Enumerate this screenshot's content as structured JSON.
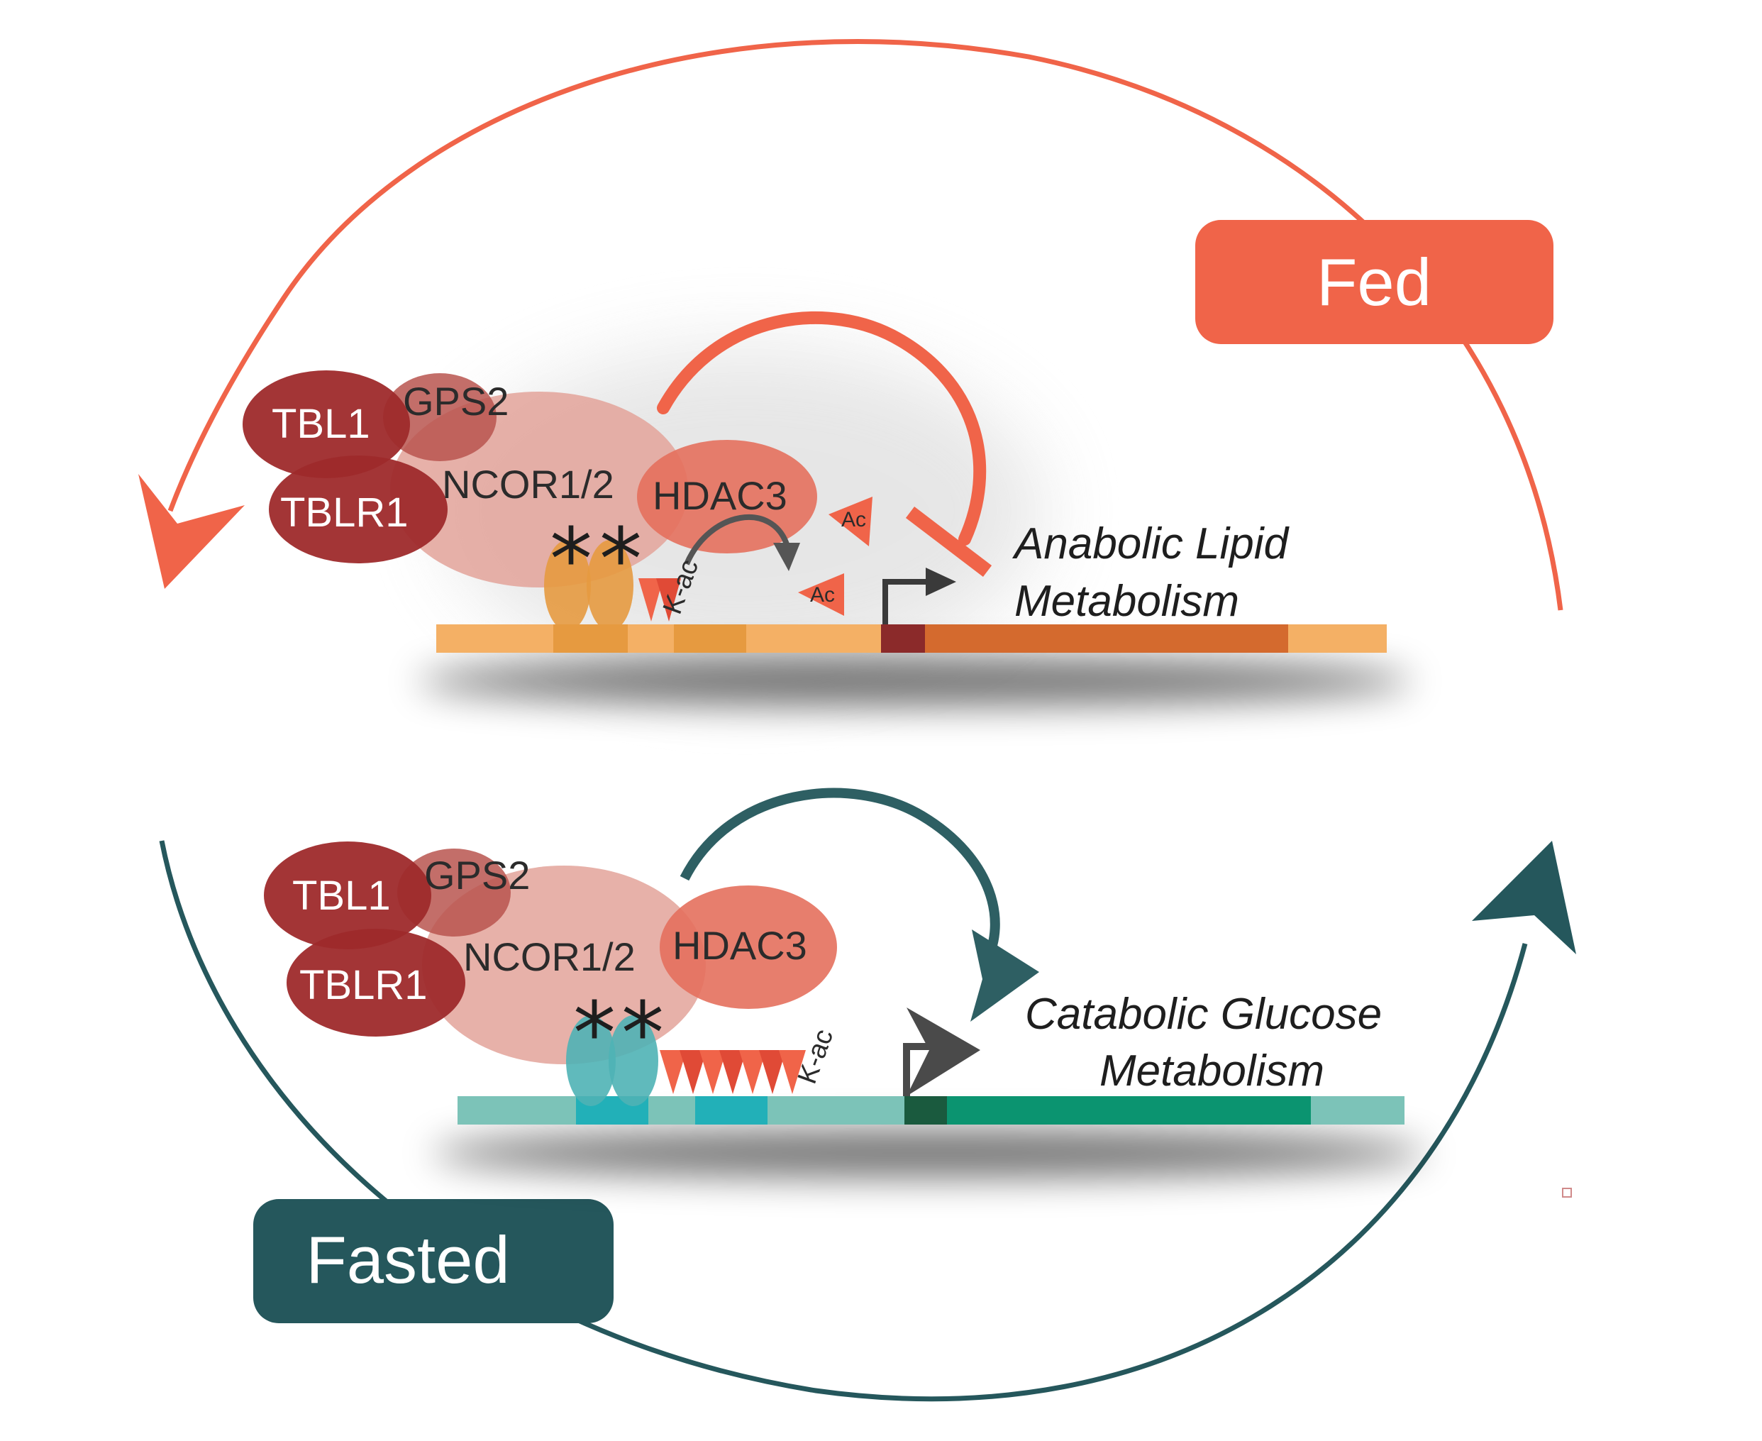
{
  "states": {
    "fed": {
      "label": "Fed",
      "color": "#f06449"
    },
    "fasted": {
      "label": "Fasted",
      "color": "#25575c"
    }
  },
  "complexes": {
    "fed": {
      "tbl1": "TBL1",
      "tblr1": "TBLR1",
      "gps2": "GPS2",
      "ncor": "NCOR1/2",
      "hdac3": "HDAC3",
      "kac": "K-ac",
      "ac1": "Ac",
      "ac2": "Ac",
      "process_line1": "Anabolic Lipid",
      "process_line2": "Metabolism"
    },
    "fasted": {
      "tbl1": "TBL1",
      "tblr1": "TBLR1",
      "gps2": "GPS2",
      "ncor": "NCOR1/2",
      "hdac3": "HDAC3",
      "kac": "K-ac",
      "process_line1": "Catabolic Glucose",
      "process_line2": "Metabolism"
    }
  },
  "colors": {
    "tbl": "#9e2a2b",
    "ncor": "#e3a39a",
    "hdac3": "#e4705d",
    "fed_dna": "#f4b065",
    "fed_gene": "#d46a2e",
    "fasted_dna": "#7cc3b8",
    "fasted_gene": "#0b9470"
  },
  "symbols": {
    "asterisk": "*"
  }
}
